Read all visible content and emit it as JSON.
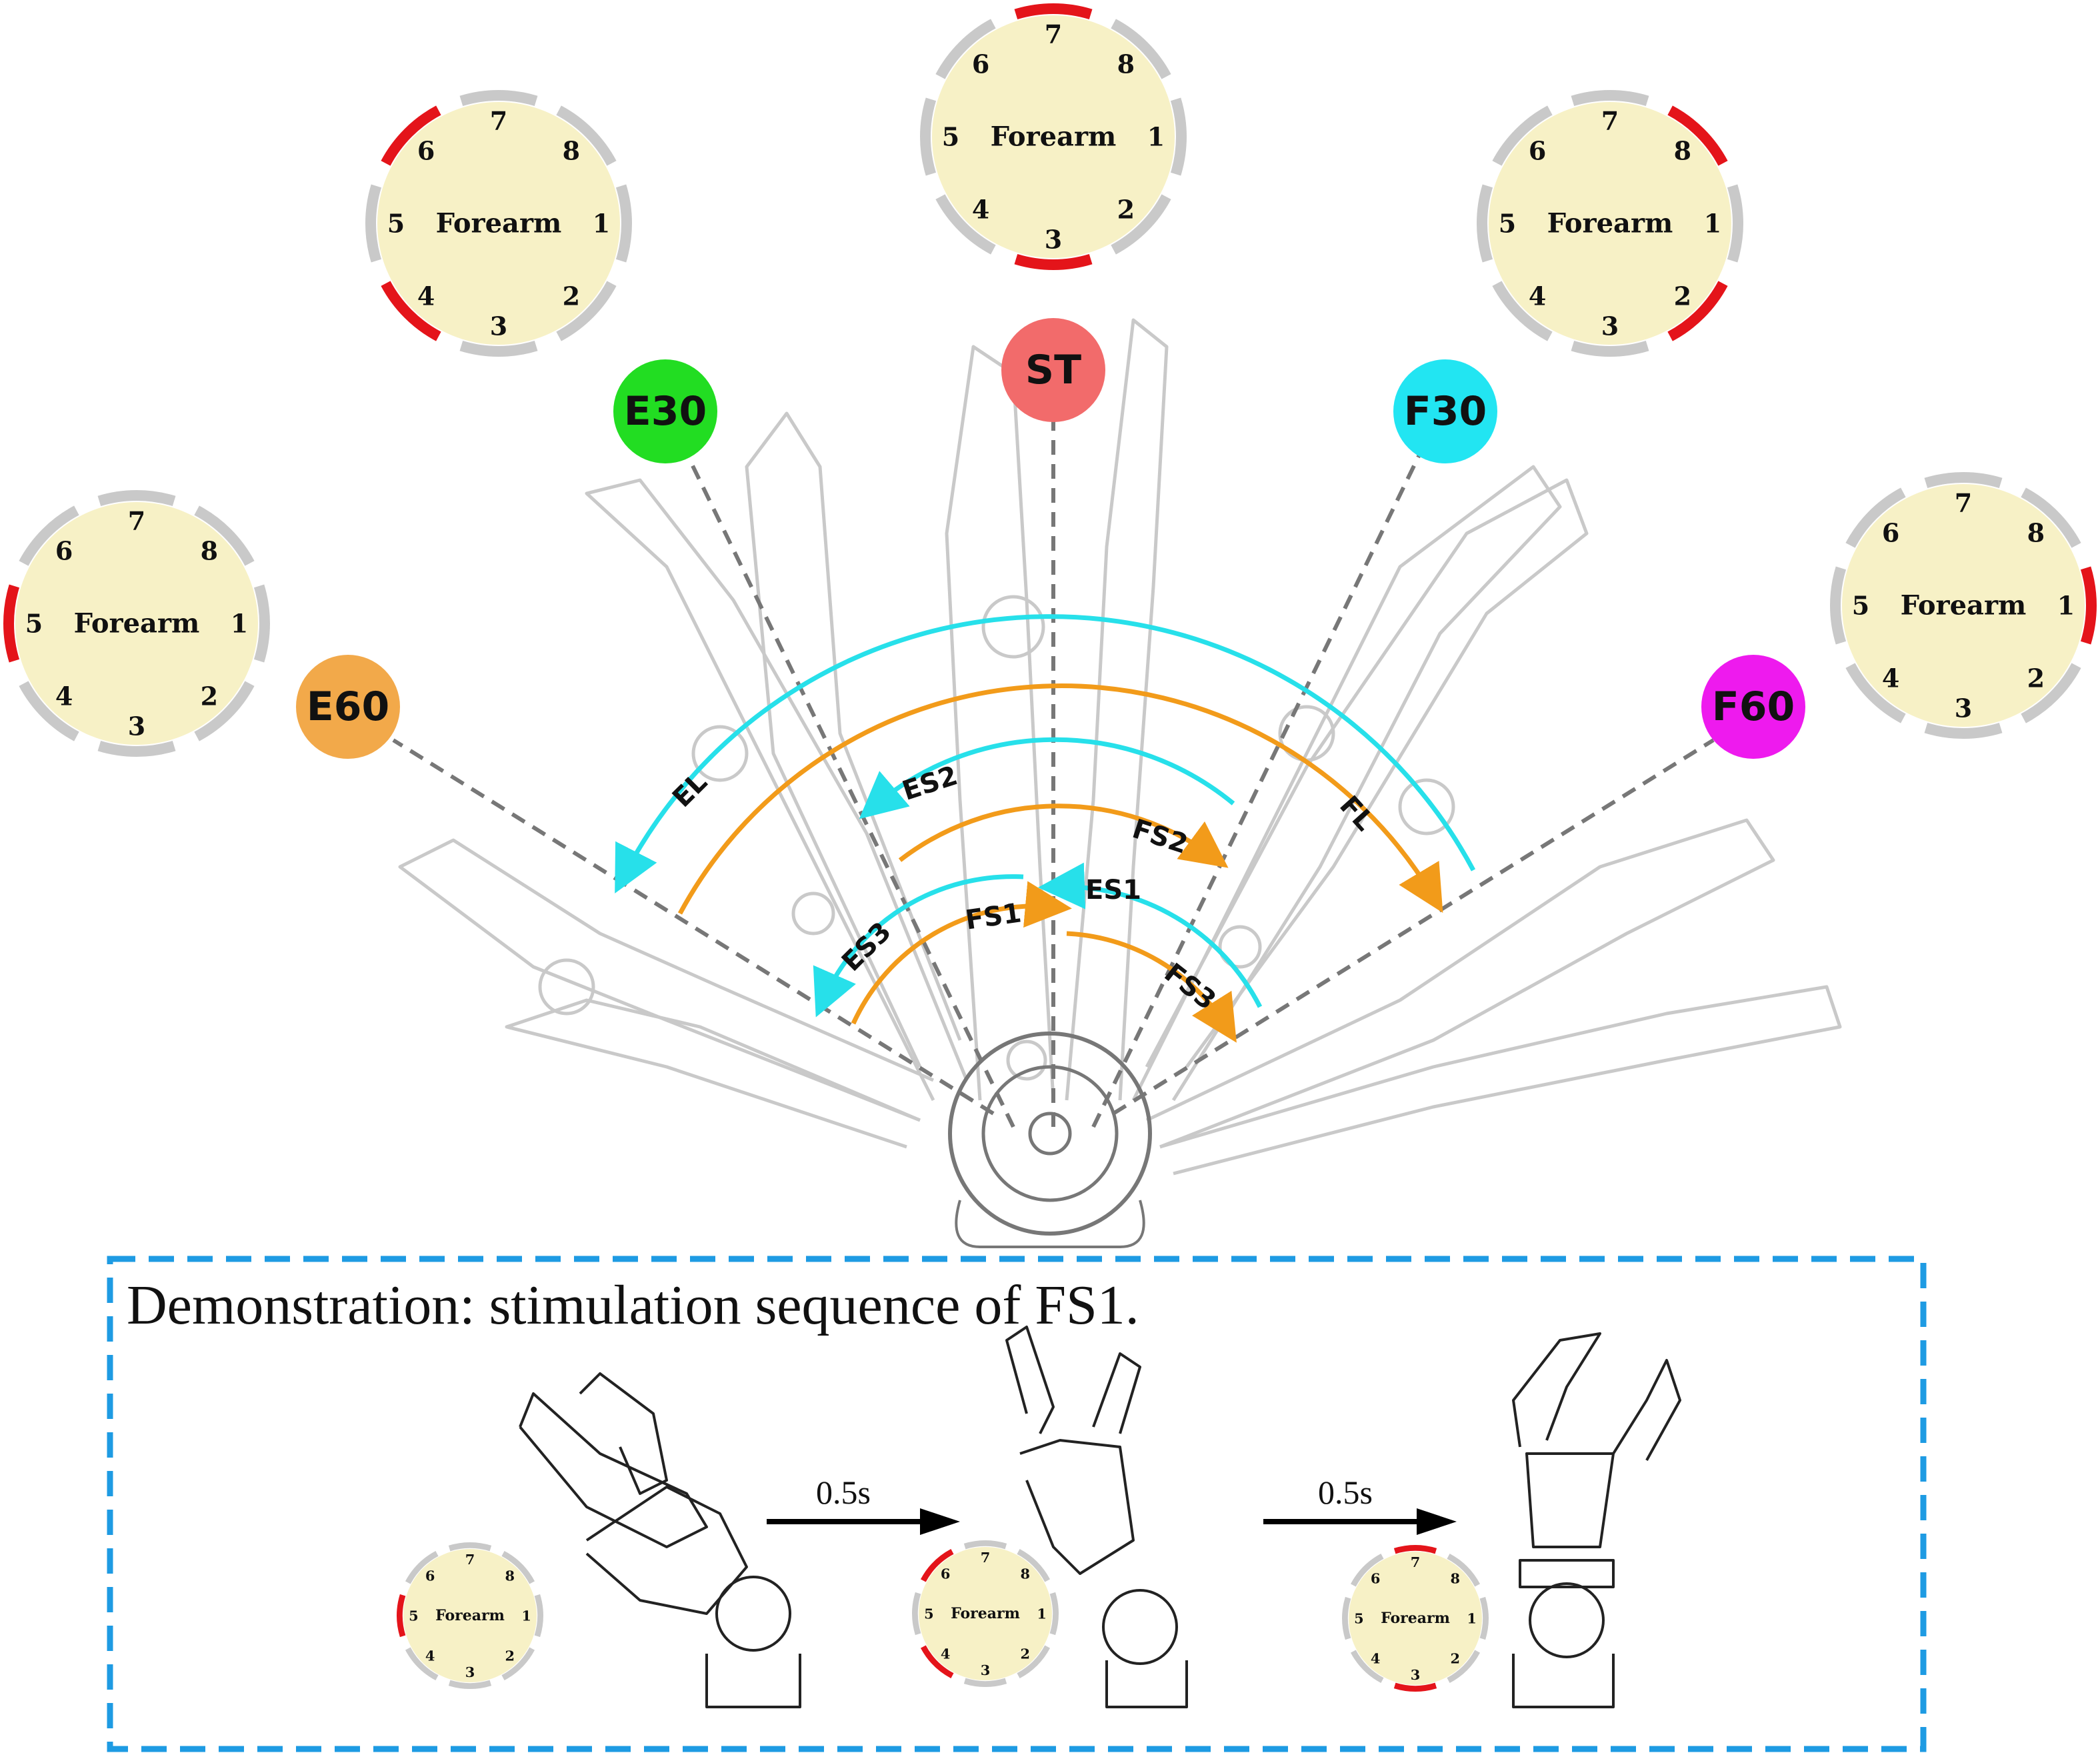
{
  "positions": [
    {
      "id": "ST",
      "label": "ST",
      "color": "#f26b6b"
    },
    {
      "id": "E30",
      "label": "E30",
      "color": "#22dd22"
    },
    {
      "id": "F30",
      "label": "F30",
      "color": "#22e5f2"
    },
    {
      "id": "E60",
      "label": "E60",
      "color": "#f2a94a"
    },
    {
      "id": "F60",
      "label": "F60",
      "color": "#ee1aee"
    }
  ],
  "dials": [
    {
      "id": "ST",
      "center": "Forearm",
      "numbers": [
        "1",
        "2",
        "3",
        "4",
        "5",
        "6",
        "7",
        "8"
      ],
      "active": [
        "3",
        "7"
      ]
    },
    {
      "id": "E30",
      "center": "Forearm",
      "numbers": [
        "1",
        "2",
        "3",
        "4",
        "5",
        "6",
        "7",
        "8"
      ],
      "active": [
        "4",
        "6"
      ]
    },
    {
      "id": "F30",
      "center": "Forearm",
      "numbers": [
        "1",
        "2",
        "3",
        "4",
        "5",
        "6",
        "7",
        "8"
      ],
      "active": [
        "2",
        "8"
      ]
    },
    {
      "id": "E60",
      "center": "Forearm",
      "numbers": [
        "1",
        "2",
        "3",
        "4",
        "5",
        "6",
        "7",
        "8"
      ],
      "active": [
        "5"
      ]
    },
    {
      "id": "F60",
      "center": "Forearm",
      "numbers": [
        "1",
        "2",
        "3",
        "4",
        "5",
        "6",
        "7",
        "8"
      ],
      "active": [
        "1"
      ]
    }
  ],
  "arcs": [
    {
      "label": "EL",
      "color": "#27e0ea"
    },
    {
      "label": "FL",
      "color": "#f29b1a"
    },
    {
      "label": "ES2",
      "color": "#27e0ea"
    },
    {
      "label": "FS2",
      "color": "#f29b1a"
    },
    {
      "label": "ES1",
      "color": "#27e0ea"
    },
    {
      "label": "FS1",
      "color": "#f29b1a"
    },
    {
      "label": "ES3",
      "color": "#27e0ea"
    },
    {
      "label": "FS3",
      "color": "#f29b1a"
    }
  ],
  "demo": {
    "title": "Demonstration: stimulation sequence of FS1.",
    "steps": [
      {
        "label": "0.5s"
      },
      {
        "label": "0.5s"
      }
    ],
    "dials": [
      {
        "center": "Forearm",
        "numbers": [
          "1",
          "2",
          "3",
          "4",
          "5",
          "6",
          "7",
          "8"
        ],
        "active": [
          "5"
        ]
      },
      {
        "center": "Forearm",
        "numbers": [
          "1",
          "2",
          "3",
          "4",
          "5",
          "6",
          "7",
          "8"
        ],
        "active": [
          "4",
          "6"
        ]
      },
      {
        "center": "Forearm",
        "numbers": [
          "1",
          "2",
          "3",
          "4",
          "5",
          "6",
          "7",
          "8"
        ],
        "active": [
          "3",
          "7"
        ]
      }
    ]
  },
  "colors": {
    "active_segment": "#e4141a",
    "inactive_segment": "#c9c9c9",
    "dial_fill": "#f7f1c6",
    "demo_border": "#1e9be3"
  }
}
